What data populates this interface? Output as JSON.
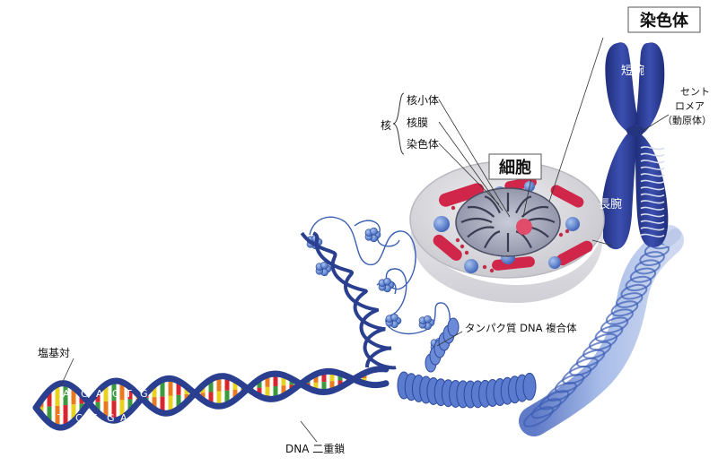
{
  "labels": {
    "chromosome_title": "染色体",
    "cell_title": "細胞",
    "short_arm": "短腕",
    "long_arm": "長腕",
    "centromere_line1": "セント",
    "centromere_line2": "ロメア",
    "centromere_line3": "（動原体）",
    "nucleus": "核",
    "nucleolus": "核小体",
    "nuclear_membrane": "核膜",
    "chromatin": "染色体",
    "protein_dna_complex": "タンパク質 DNA 複合体",
    "base_pair": "塩基対",
    "dna_double_helix": "DNA 二重鎖"
  },
  "bases": {
    "top": [
      "A",
      "G",
      "A",
      "C",
      "T",
      "G"
    ],
    "bottom": [
      "T",
      "C",
      "T",
      "G",
      "A",
      "C"
    ]
  },
  "colors": {
    "strand": "#2a3f8f",
    "chromosome": "#2f3f95",
    "membrane_red": "#d0264a",
    "rung_colors": [
      "#e8d21f",
      "#3a9a3c",
      "#e97a1f",
      "#d8262f"
    ]
  }
}
